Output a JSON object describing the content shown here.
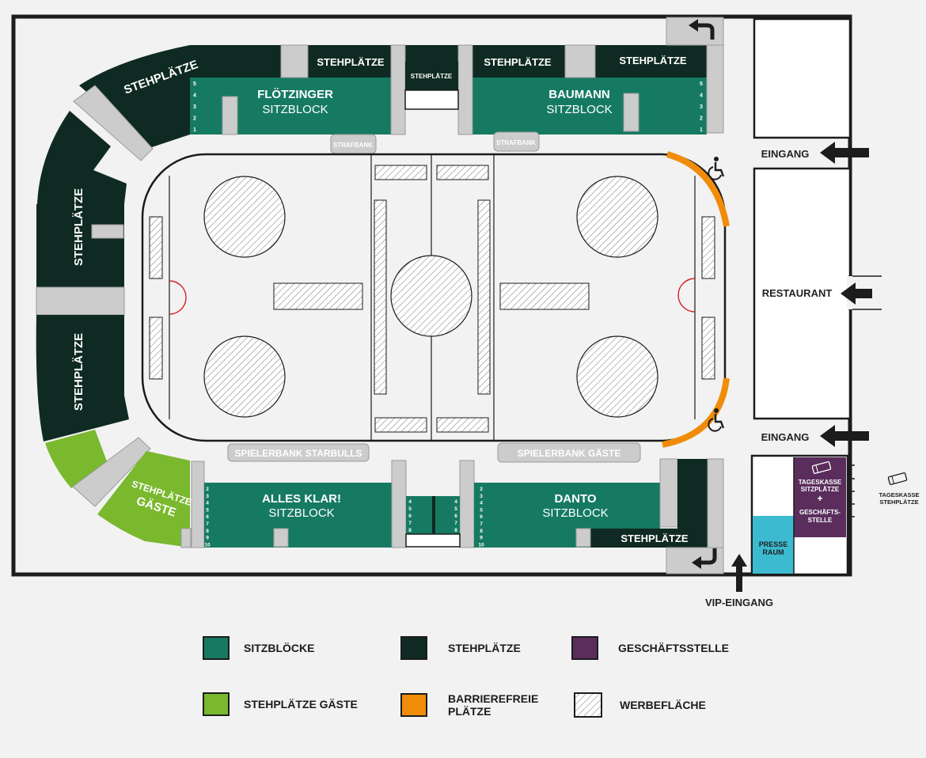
{
  "colors": {
    "sitzbloecke": "#167a63",
    "stehplaetze": "#0f2a22",
    "stehplaetze_gaeste": "#7ab82e",
    "barrierefrei": "#f08c0a",
    "geschaeftsstelle": "#5a2d5c",
    "presse": "#3cbbd0",
    "grey": "#cccccc",
    "outline": "#1c1c1c"
  },
  "map": {
    "stehplaetze": "STEHPLÄTZE",
    "stehplaetze_gaeste_line1": "STEHPLÄTZE",
    "stehplaetze_gaeste_line2": "GÄSTE",
    "floetzinger": "FLÖTZINGER",
    "baumann": "BAUMANN",
    "alles_klar": "ALLES KLAR!",
    "danto": "DANTO",
    "sitzblock": "SITZBLOCK",
    "strafbank": "STRAFBANK",
    "spielerbank_starbulls": "SPIELERBANK STARBULLS",
    "spielerbank_gaeste": "SPIELERBANK GÄSTE",
    "eingang": "EINGANG",
    "restaurant": "RESTAURANT",
    "vip_eingang": "VIP-EINGANG",
    "presse_line1": "PRESSE",
    "presse_line2": "RAUM",
    "tageskasse_sitz": [
      "TAGESKASSE",
      "SITZPLÄTZE",
      "+",
      "GESCHÄFTS-",
      "STELLE"
    ],
    "tageskasse_steh": [
      "TAGESKASSE",
      "STEHPLÄTZE"
    ],
    "rows_top": [
      "5",
      "4",
      "3",
      "2",
      "1"
    ],
    "rows_bottom": [
      "2",
      "3",
      "4",
      "5",
      "6",
      "7",
      "8",
      "9",
      "10"
    ],
    "rows_center": [
      "4",
      "5",
      "6",
      "7",
      "8"
    ]
  },
  "legend": {
    "sitzbloecke": "SITZBLÖCKE",
    "stehplaetze": "STEHPLÄTZE",
    "geschaeftsstelle": "GESCHÄFTSSTELLE",
    "stehplaetze_gaeste": "STEHPLÄTZE GÄSTE",
    "barrierefrei": "BARRIEREFREIE PLÄTZE",
    "werbeflaeche": "WERBEFLÄCHE"
  }
}
